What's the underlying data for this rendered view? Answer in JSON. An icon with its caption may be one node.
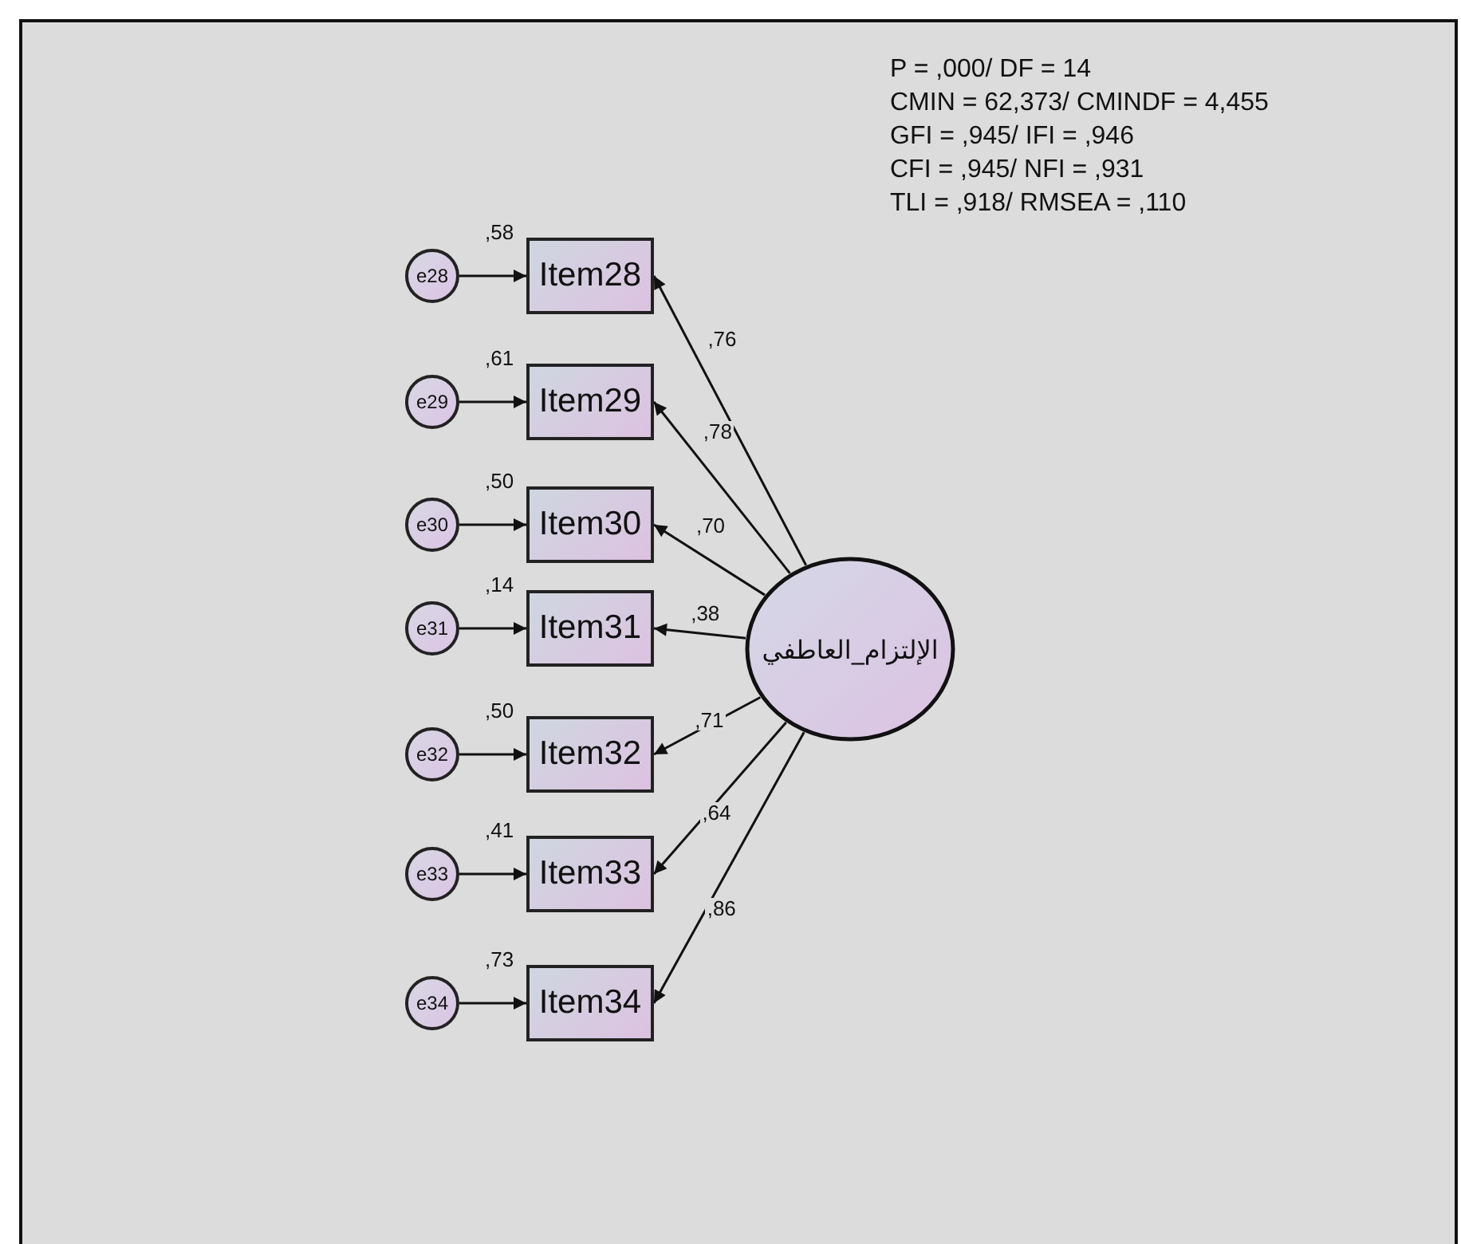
{
  "diagram": {
    "nodes": [
      {
        "text": [
          "الإلتزام_العاطفي"
        ]
      },
      {
        "text": [
          "Item28"
        ],
        "beside": [
          ",58"
        ]
      },
      {
        "text": [
          "Item29"
        ],
        "beside": [
          ",61"
        ]
      },
      {
        "text": [
          "Item30"
        ],
        "beside": [
          ",50"
        ]
      },
      {
        "text": [
          "Item31"
        ],
        "beside": [
          ",14"
        ]
      },
      {
        "text": [
          "Item32"
        ],
        "beside": [
          ",50"
        ]
      },
      {
        "text": [
          "Item33"
        ],
        "beside": [
          ",41"
        ]
      },
      {
        "text": [
          "Item34"
        ],
        "beside": [
          ",73"
        ]
      },
      {
        "text": [
          "e28"
        ]
      },
      {
        "text": [
          "e29"
        ]
      },
      {
        "text": [
          "e30"
        ]
      },
      {
        "text": [
          "e31"
        ]
      },
      {
        "text": [
          "e32"
        ]
      },
      {
        "text": [
          "e33"
        ]
      },
      {
        "text": [
          "e34"
        ]
      }
    ],
    "edges": [
      {
        "from": 0,
        "to": 1,
        "arrow": "to",
        "label": ",76"
      },
      {
        "from": 0,
        "to": 2,
        "arrow": "to",
        "label": ",78"
      },
      {
        "from": 0,
        "to": 3,
        "arrow": "to",
        "label": ",70"
      },
      {
        "from": 0,
        "to": 4,
        "arrow": "to",
        "label": ",38"
      },
      {
        "from": 0,
        "to": 5,
        "arrow": "to",
        "label": ",71"
      },
      {
        "from": 0,
        "to": 6,
        "arrow": "to",
        "label": ",64"
      },
      {
        "from": 0,
        "to": 7,
        "arrow": "to",
        "label": ",86"
      },
      {
        "from": 8,
        "to": 1,
        "arrow": "to"
      },
      {
        "from": 9,
        "to": 2,
        "arrow": "to"
      },
      {
        "from": 10,
        "to": 3,
        "arrow": "to"
      },
      {
        "from": 11,
        "to": 4,
        "arrow": "to"
      },
      {
        "from": 12,
        "to": 5,
        "arrow": "to"
      },
      {
        "from": 13,
        "to": 6,
        "arrow": "to"
      },
      {
        "from": 14,
        "to": 7,
        "arrow": "to"
      }
    ],
    "labels": [
      "P = ,000/ DF = 14",
      "CMIN = 62,373/ CMINDF = 4,455",
      "GFI = ,945/ IFI = ,946",
      "CFI = ,945/ NFI = ,931",
      "TLI = ,918/ RMSEA = ,110"
    ]
  }
}
